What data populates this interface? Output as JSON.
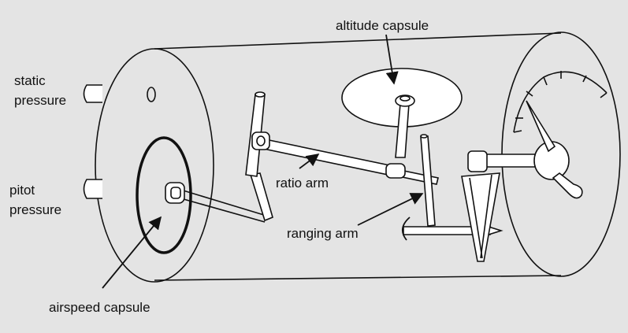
{
  "labels": {
    "altitude_capsule": "altitude capsule",
    "static_pressure_line1": "static",
    "static_pressure_line2": "pressure",
    "pitot_pressure_line1": "pitot",
    "pitot_pressure_line2": "pressure",
    "ratio_arm": "ratio arm",
    "ranging_arm": "ranging arm",
    "airspeed_capsule": "airspeed capsule"
  },
  "colors": {
    "background": "#e4e4e4",
    "line": "#111111",
    "part_fill": "#ffffff"
  }
}
